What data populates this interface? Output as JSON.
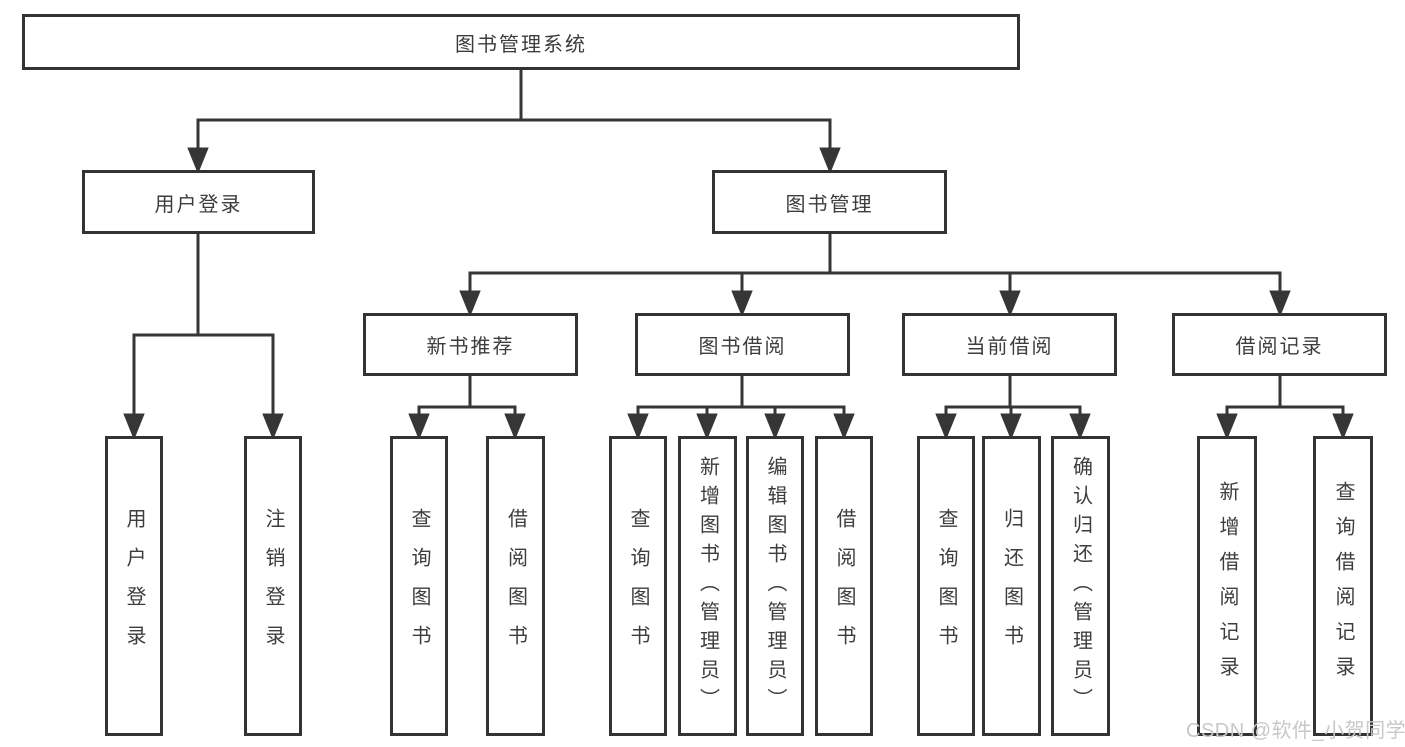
{
  "diagram": {
    "title": {
      "label": "图书管理系统"
    },
    "level2": {
      "user_login": {
        "label": "用户登录"
      },
      "book_management": {
        "label": "图书管理"
      }
    },
    "level3": {
      "new_book_recommend": {
        "label": "新书推荐"
      },
      "book_borrow": {
        "label": "图书借阅"
      },
      "current_borrow": {
        "label": "当前借阅"
      },
      "borrow_records": {
        "label": "借阅记录"
      }
    },
    "leaves": {
      "user_login": {
        "label": "用户登录"
      },
      "logout_login": {
        "label": "注销登录"
      },
      "recommend_query_books": {
        "label": "查询图书"
      },
      "recommend_borrow_books": {
        "label": "借阅图书"
      },
      "manage_query_books": {
        "label": "查询图书"
      },
      "manage_add_books": {
        "label": "新增图书（管理员）"
      },
      "manage_edit_books": {
        "label": "编辑图书（管理员）"
      },
      "manage_borrow_books": {
        "label": "借阅图书"
      },
      "current_query_books": {
        "label": "查询图书"
      },
      "current_return_books": {
        "label": "归还图书"
      },
      "current_confirm_return": {
        "label": "确认归还（管理员）"
      },
      "records_add_record": {
        "label": "新增借阅记录"
      },
      "records_query_record": {
        "label": "查询借阅记录"
      }
    },
    "watermark": {
      "label": "CSDN @软件_小贺同学"
    }
  }
}
